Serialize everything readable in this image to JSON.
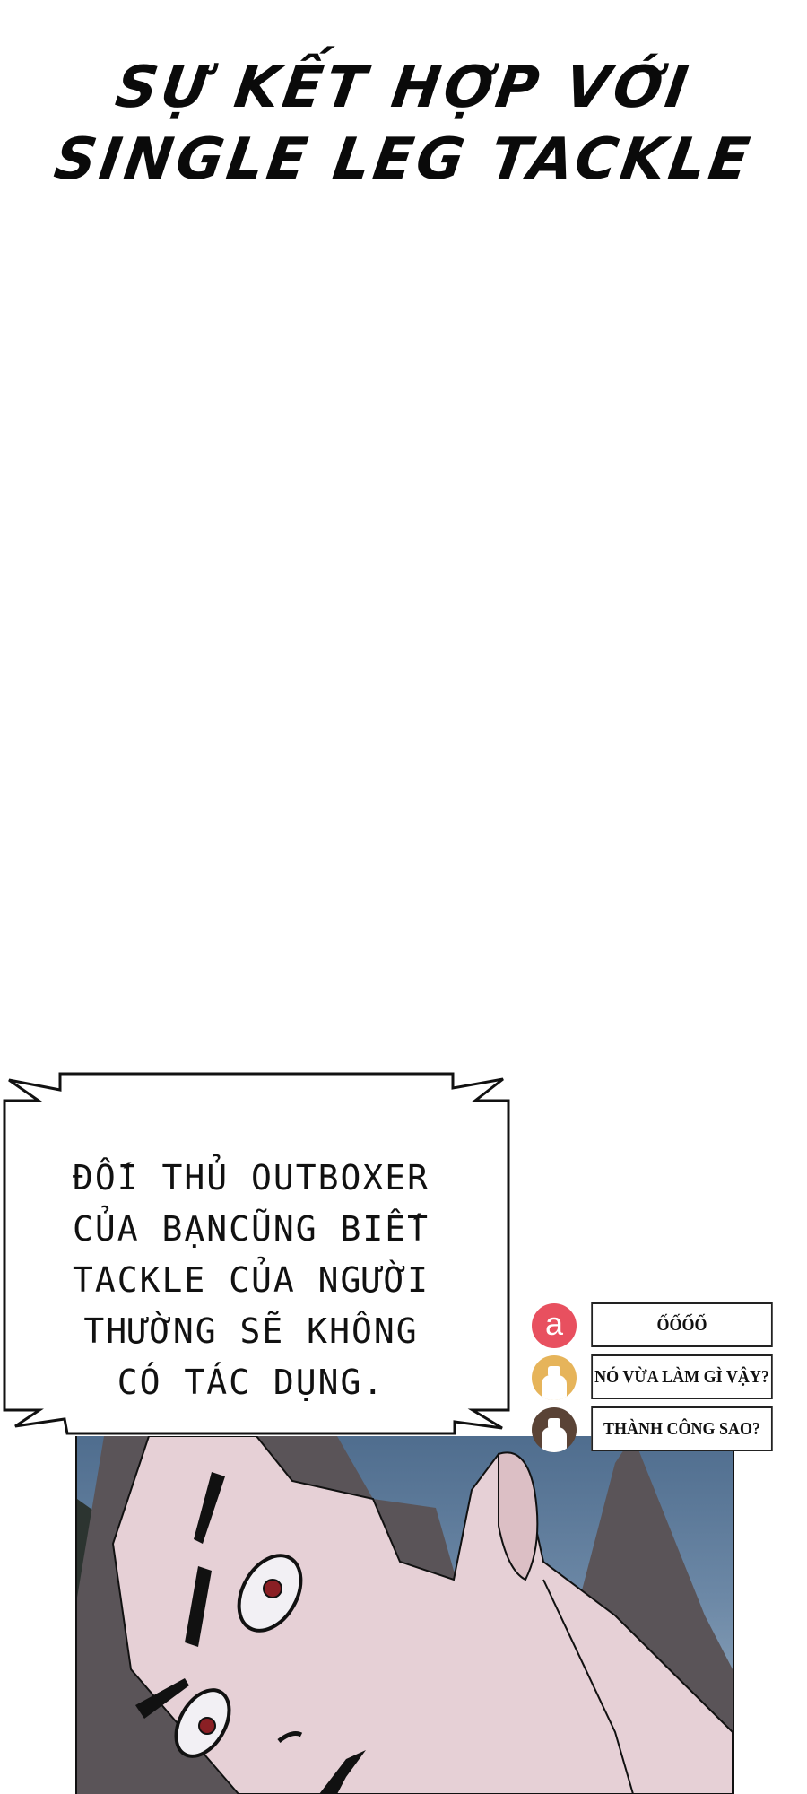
{
  "page": {
    "background": "#ffffff"
  },
  "title": {
    "line1": "SỰ KẾT HỢP VỚI",
    "line2": "SINGLE LEG TACKLE",
    "color": "#0a0a0a"
  },
  "speech_bubble": {
    "lines": [
      "ĐỐI THỦ OUTBOXER",
      "CỦA BẠNCŨNG BIẾT",
      "TACKLE CỦA NGƯỜI",
      "THƯỜNG SẼ KHÔNG",
      "CÓ TÁC DỤNG."
    ]
  },
  "comments": [
    {
      "avatar_type": "letter",
      "avatar_letter": "a",
      "avatar_color": "#e8505f",
      "text": "ỐỐỐỐ"
    },
    {
      "avatar_type": "default-user",
      "avatar_color": "#e6b45a",
      "text": "NÓ VỪA LÀM GÌ VẬY?"
    },
    {
      "avatar_type": "default-user",
      "avatar_color": "#5a4336",
      "text": "THÀNH CÔNG SAO?"
    }
  ],
  "artwork": {
    "description": "close-up of a surprised man's face, tilted, sky background",
    "sky_color": "#5f7c9c",
    "skin_color": "#e6d0d6",
    "hair_color": "#5a5458",
    "dark_color": "#2c3430",
    "iris_color": "#8a1f24"
  }
}
